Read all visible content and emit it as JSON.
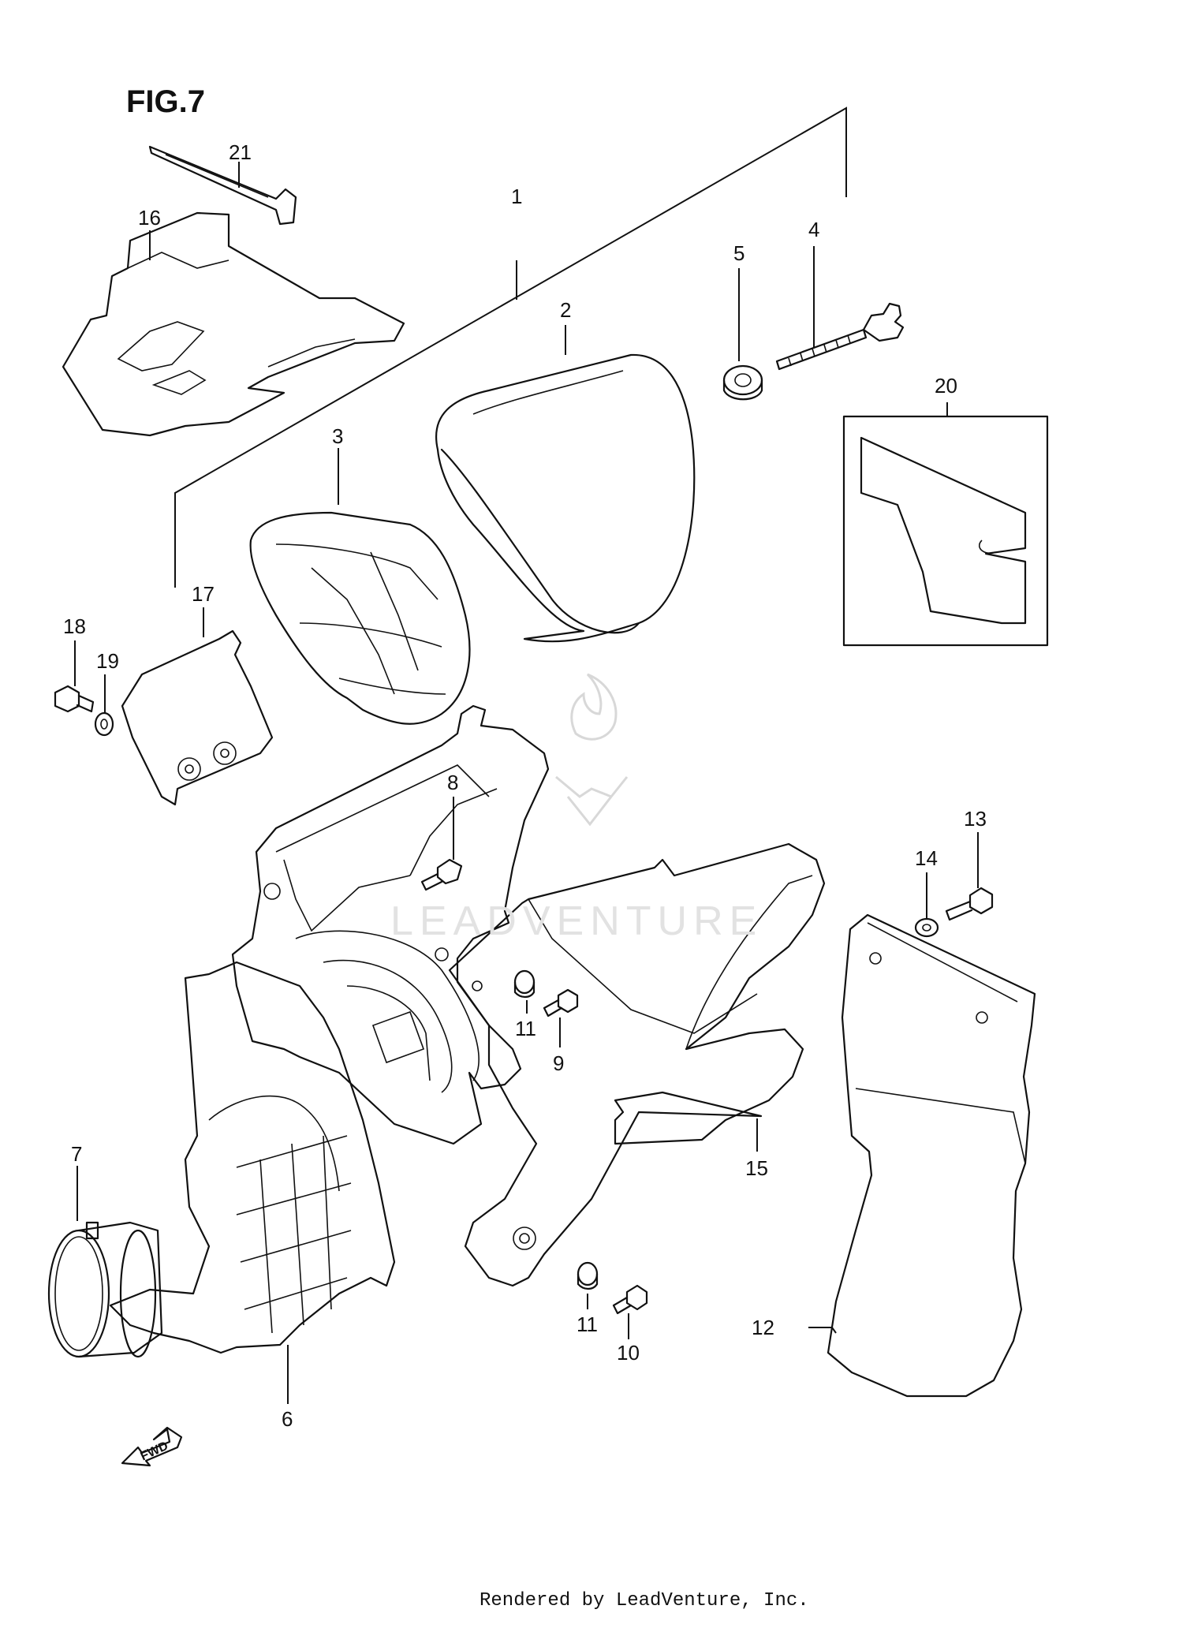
{
  "figure": {
    "title": "FIG.7"
  },
  "callouts": [
    "21",
    "16",
    "1",
    "4",
    "5",
    "2",
    "20",
    "3",
    "17",
    "18",
    "19",
    "8",
    "13",
    "14",
    "11",
    "9",
    "7",
    "15",
    "11",
    "10",
    "12",
    "6"
  ],
  "fwd_label": "FWD",
  "watermark": "LEADVENTURE",
  "footer": "Rendered by LeadVenture, Inc."
}
